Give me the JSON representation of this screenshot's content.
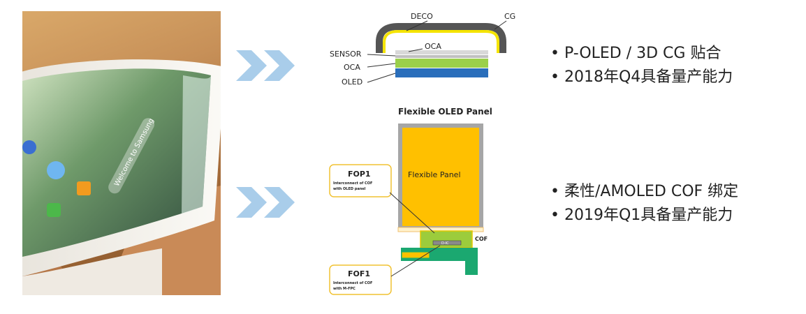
{
  "top_diagram": {
    "labels": {
      "deco": "DECO",
      "cg": "CG",
      "oca_top": "OCA",
      "sensor": "SENSOR",
      "oca_left": "OCA",
      "oled": "OLED"
    }
  },
  "bottom_diagram": {
    "title": "Flexible OLED Panel",
    "panel_label": "Flexible  Panel",
    "cof_label": "COF",
    "driver_ic_label": "D-IC",
    "fop1": {
      "title": "FOP1",
      "line1": "Interconnect of COF",
      "line2": "with OLED panel"
    },
    "fof1": {
      "title": "FOF1",
      "line1": "Interconnect of COF",
      "line2": "with M-FPC"
    }
  },
  "bullets_top": [
    "P-OLED / 3D CG 贴合",
    "2018年Q4具备量产能力"
  ],
  "bullets_bottom": [
    "柔性/AMOLED COF 绑定",
    "2019年Q1具备量产能力"
  ],
  "colors": {
    "arrow": "#a9cdea",
    "oled_blue": "#2a6ebb",
    "oca_green": "#9bd04a",
    "cg_yellow": "#f5e400",
    "panel_orange": "#ffc000",
    "cof_green": "#9ccc3c",
    "fpc_teal": "#1ba870"
  },
  "photo": {
    "screen_text": "Welcome to Samsung"
  }
}
